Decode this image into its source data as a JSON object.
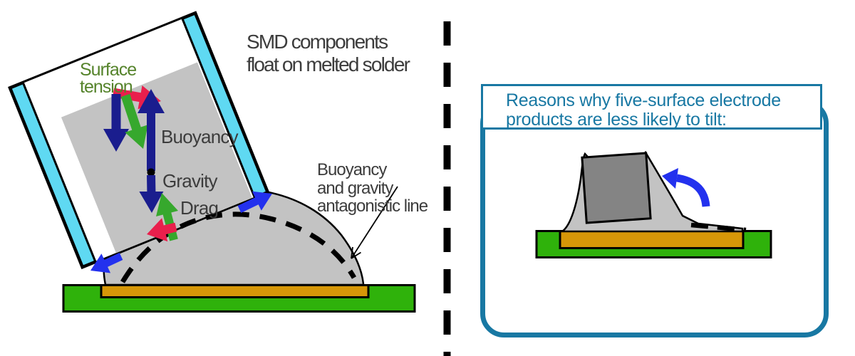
{
  "colors": {
    "background": "#ffffff",
    "outline": "#000000",
    "dark_text": "#3c3c3c",
    "green_text": "#55832b",
    "teal": "#1878a3",
    "cyan_electrode": "#5fd9f2",
    "navy_arrow": "#1a1d8e",
    "bright_blue_arrow": "#2331ee",
    "green_arrow": "#36a82d",
    "red_arrow": "#e91f4c",
    "solder_gray": "#c3c3c3",
    "board_green": "#2fb20b",
    "pad_orange": "#d69708",
    "chip_gray": "#848484"
  },
  "left_panel": {
    "caption_line1": "SMD components",
    "caption_line2": "float on melted solder",
    "force_labels": {
      "surface_tension_line1": "Surface",
      "surface_tension_line2": "tension",
      "buoyancy": "Buoyancy",
      "gravity": "Gravity",
      "drag": "Drag"
    },
    "annotation_line1": "Buoyancy",
    "annotation_line2": "and gravity",
    "annotation_line3": "antagonistic line"
  },
  "right_panel": {
    "title_line1": "Reasons why five-surface electrode",
    "title_line2": "products are less likely to tilt:"
  }
}
